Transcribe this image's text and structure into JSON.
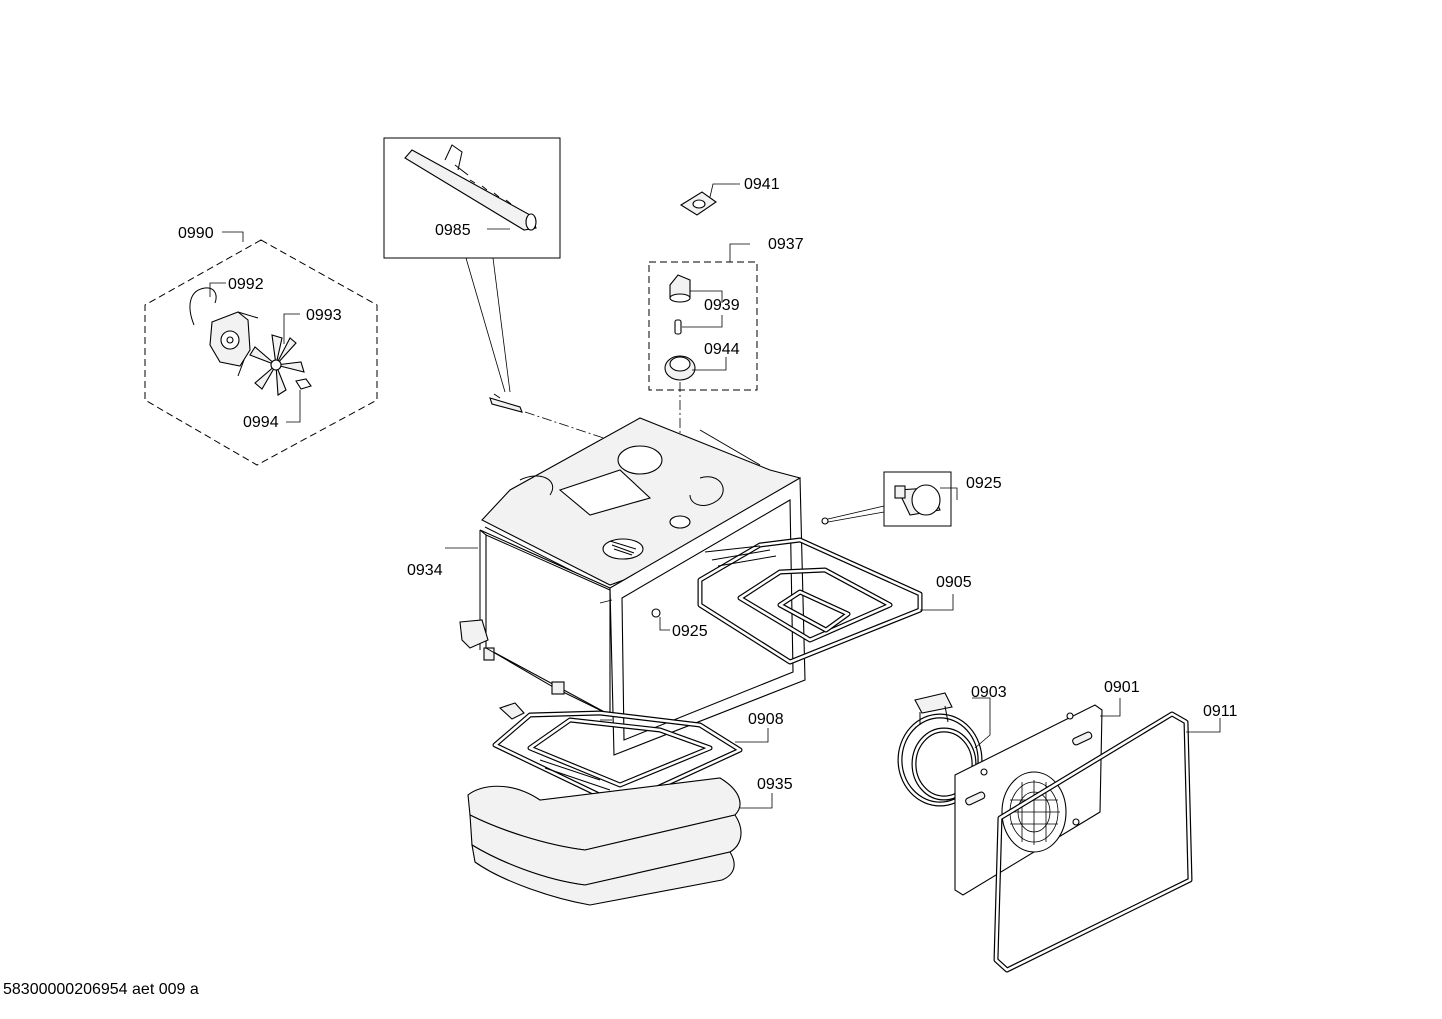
{
  "labels": {
    "p0901": "0901",
    "p0903": "0903",
    "p0905": "0905",
    "p0908": "0908",
    "p0911": "0911",
    "p0925a": "0925",
    "p0925b": "0925",
    "p0934": "0934",
    "p0935": "0935",
    "p0937": "0937",
    "p0939": "0939",
    "p0941": "0941",
    "p0944": "0944",
    "p0985": "0985",
    "p0990": "0990",
    "p0992": "0992",
    "p0993": "0993",
    "p0994": "0994"
  },
  "footer": {
    "code": "58300000206954 aet 009 a"
  }
}
